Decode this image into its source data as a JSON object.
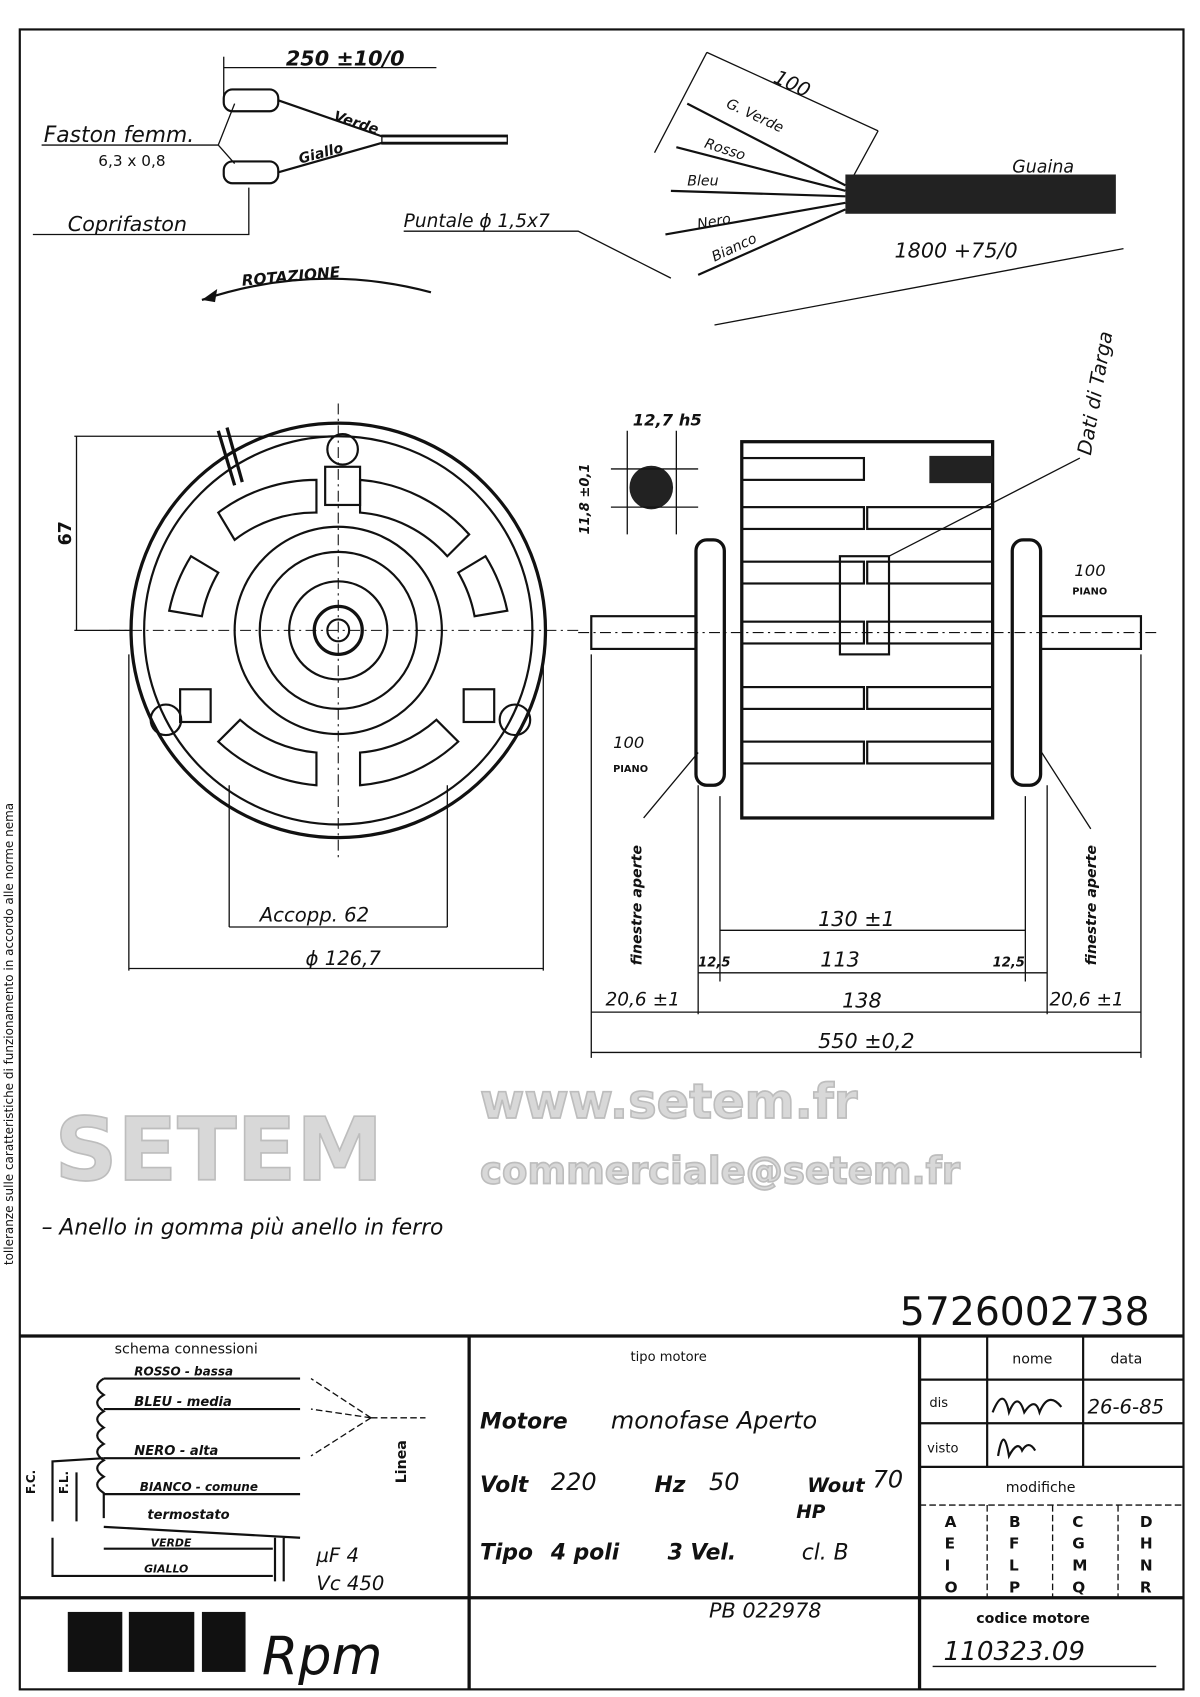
{
  "side_note": "tolleranze sulle caratteristiche di funzionamento in accordo alle norme nema",
  "wiring_top": {
    "length": "250 ±10/0",
    "wire_1": "Verde",
    "wire_2": "Giallo",
    "faston": "Faston femm.",
    "faston_size": "6,3 x 0,8",
    "coprifaston": "Coprifaston",
    "rotation": "ROTAZIONE"
  },
  "cable": {
    "length_100": "100",
    "wires": [
      "G. Verde",
      "Rosso",
      "Bleu",
      "Nero",
      "Bianco"
    ],
    "sheath": "Guaina",
    "tip": "Puntale ϕ 1,5x7",
    "length": "1800 +75/0"
  },
  "nameplate_label": "Dati di Targa",
  "front_view": {
    "dim_67": "67",
    "flat": "100",
    "flat_label": "PIANO",
    "coupling": "Accopp. 62",
    "diameter": "ϕ 126,7"
  },
  "side_view": {
    "shaft_dia": "12,7 h5",
    "flat_dim": "11,8 ±0,1",
    "flat": "100",
    "flat_label": "PIANO",
    "windows_left": "finestre aperte",
    "windows_right": "finestre aperte",
    "dim_130": "130 ±1",
    "dim_125_left": "12,5",
    "dim_113": "113",
    "dim_125_right": "12,5",
    "dim_206_left": "20,6 ±1",
    "dim_138": "138",
    "dim_206_right": "20,6 ±1",
    "dim_total": "550 ±0,2"
  },
  "note": "– Anello in gomma più anello in ferro",
  "part_number": "5726002738",
  "watermark": {
    "url": "www.setem.fr",
    "brand": "SETEM",
    "email": "commerciale@setem.fr"
  },
  "schema": {
    "title": "schema connessioni",
    "rosso": "ROSSO - bassa",
    "bleu": "BLEU - media",
    "nero": "NERO - alta",
    "bianco": "BIANCO - comune",
    "termostato": "termostato",
    "verde": "VERDE",
    "giallo": "GIALLO",
    "fc": "F.C.",
    "fl": "F.L.",
    "linea": "Linea",
    "cap_uf": "µF 4",
    "cap_vc": "Vc 450"
  },
  "motor": {
    "header": "tipo motore",
    "type_bold": "Motore",
    "type": "monofase Aperto",
    "volt_label": "Volt",
    "volt": "220",
    "hz_label": "Hz",
    "hz": "50",
    "w_label": "Wout",
    "w": "70",
    "hp_label": "HP",
    "tipo_label": "Tipo",
    "poles": "4 poli",
    "speeds": "3 Vel.",
    "class": "cl. B",
    "pb": "PB 022978"
  },
  "title_block": {
    "nome": "nome",
    "data": "data",
    "dis": "dis",
    "visto": "visto",
    "date": "26-6-85",
    "modifiche": "modifiche",
    "letters": [
      "A",
      "B",
      "C",
      "D",
      "E",
      "F",
      "G",
      "H",
      "I",
      "L",
      "M",
      "N",
      "O",
      "P",
      "Q",
      "R"
    ],
    "codice_label": "codice motore",
    "codice": "110323.09",
    "logo": "Rpm"
  }
}
